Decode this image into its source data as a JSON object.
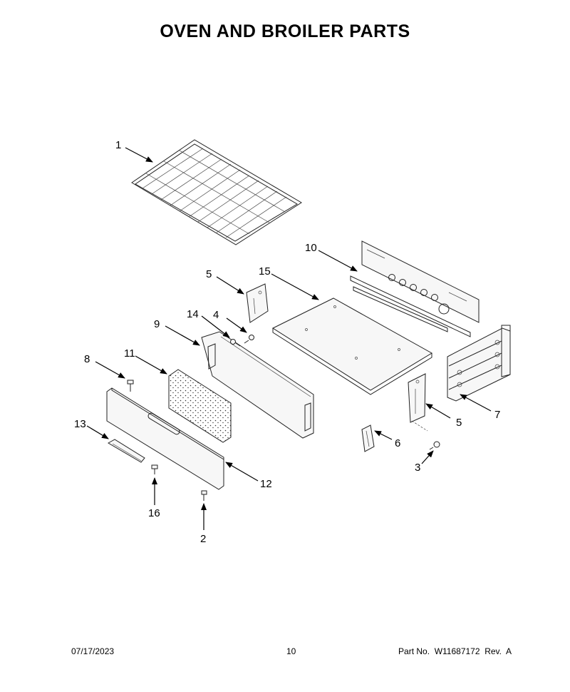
{
  "title": "OVEN AND BROILER PARTS",
  "footer": {
    "date": "07/17/2023",
    "page": "10",
    "part_number": "Part No.  W11687172  Rev.  A"
  },
  "callouts": [
    {
      "id": "c1",
      "label": "1"
    },
    {
      "id": "c2",
      "label": "2"
    },
    {
      "id": "c3",
      "label": "3"
    },
    {
      "id": "c4",
      "label": "4"
    },
    {
      "id": "c5a",
      "label": "5"
    },
    {
      "id": "c5b",
      "label": "5"
    },
    {
      "id": "c6",
      "label": "6"
    },
    {
      "id": "c7",
      "label": "7"
    },
    {
      "id": "c8",
      "label": "8"
    },
    {
      "id": "c9",
      "label": "9"
    },
    {
      "id": "c10",
      "label": "10"
    },
    {
      "id": "c11",
      "label": "11"
    },
    {
      "id": "c12",
      "label": "12"
    },
    {
      "id": "c13",
      "label": "13"
    },
    {
      "id": "c14",
      "label": "14"
    },
    {
      "id": "c15",
      "label": "15"
    },
    {
      "id": "c16",
      "label": "16"
    }
  ]
}
